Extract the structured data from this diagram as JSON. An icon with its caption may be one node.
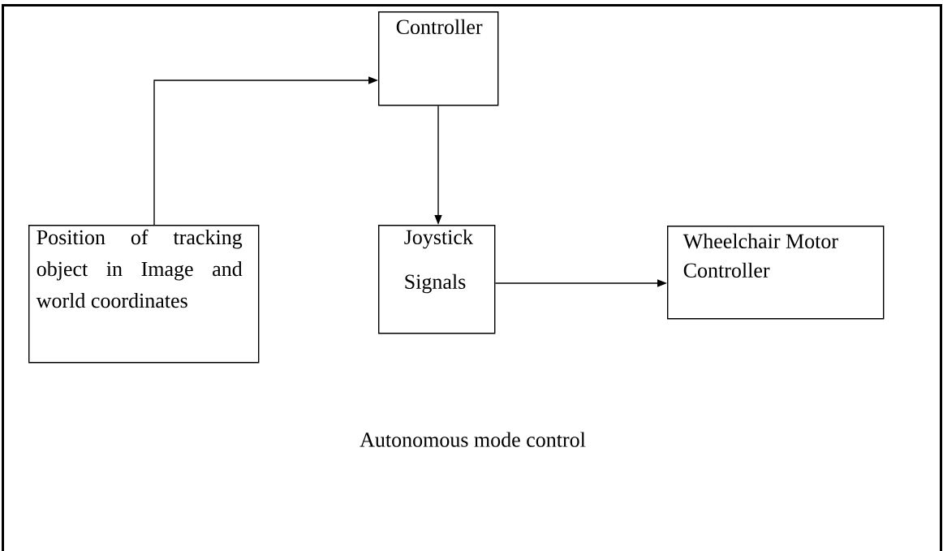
{
  "diagram": {
    "nodes": [
      {
        "text": [
          "Autonomous mode control"
        ]
      },
      {
        "text": [
          "Controller"
        ],
        "in": 0
      },
      {
        "text": [
          "Position of tracking object in Image and world coordinates"
        ],
        "in": 0
      },
      {
        "text": [
          "Joystick Signals"
        ],
        "in": 0
      },
      {
        "text": [
          "Wheelchair Motor Controller"
        ],
        "in": 0
      }
    ],
    "edges": [
      {
        "from": 2,
        "to": 1,
        "arrow": "to"
      },
      {
        "from": 1,
        "to": 3,
        "arrow": "to"
      },
      {
        "from": 3,
        "to": 4,
        "arrow": "to"
      }
    ]
  }
}
